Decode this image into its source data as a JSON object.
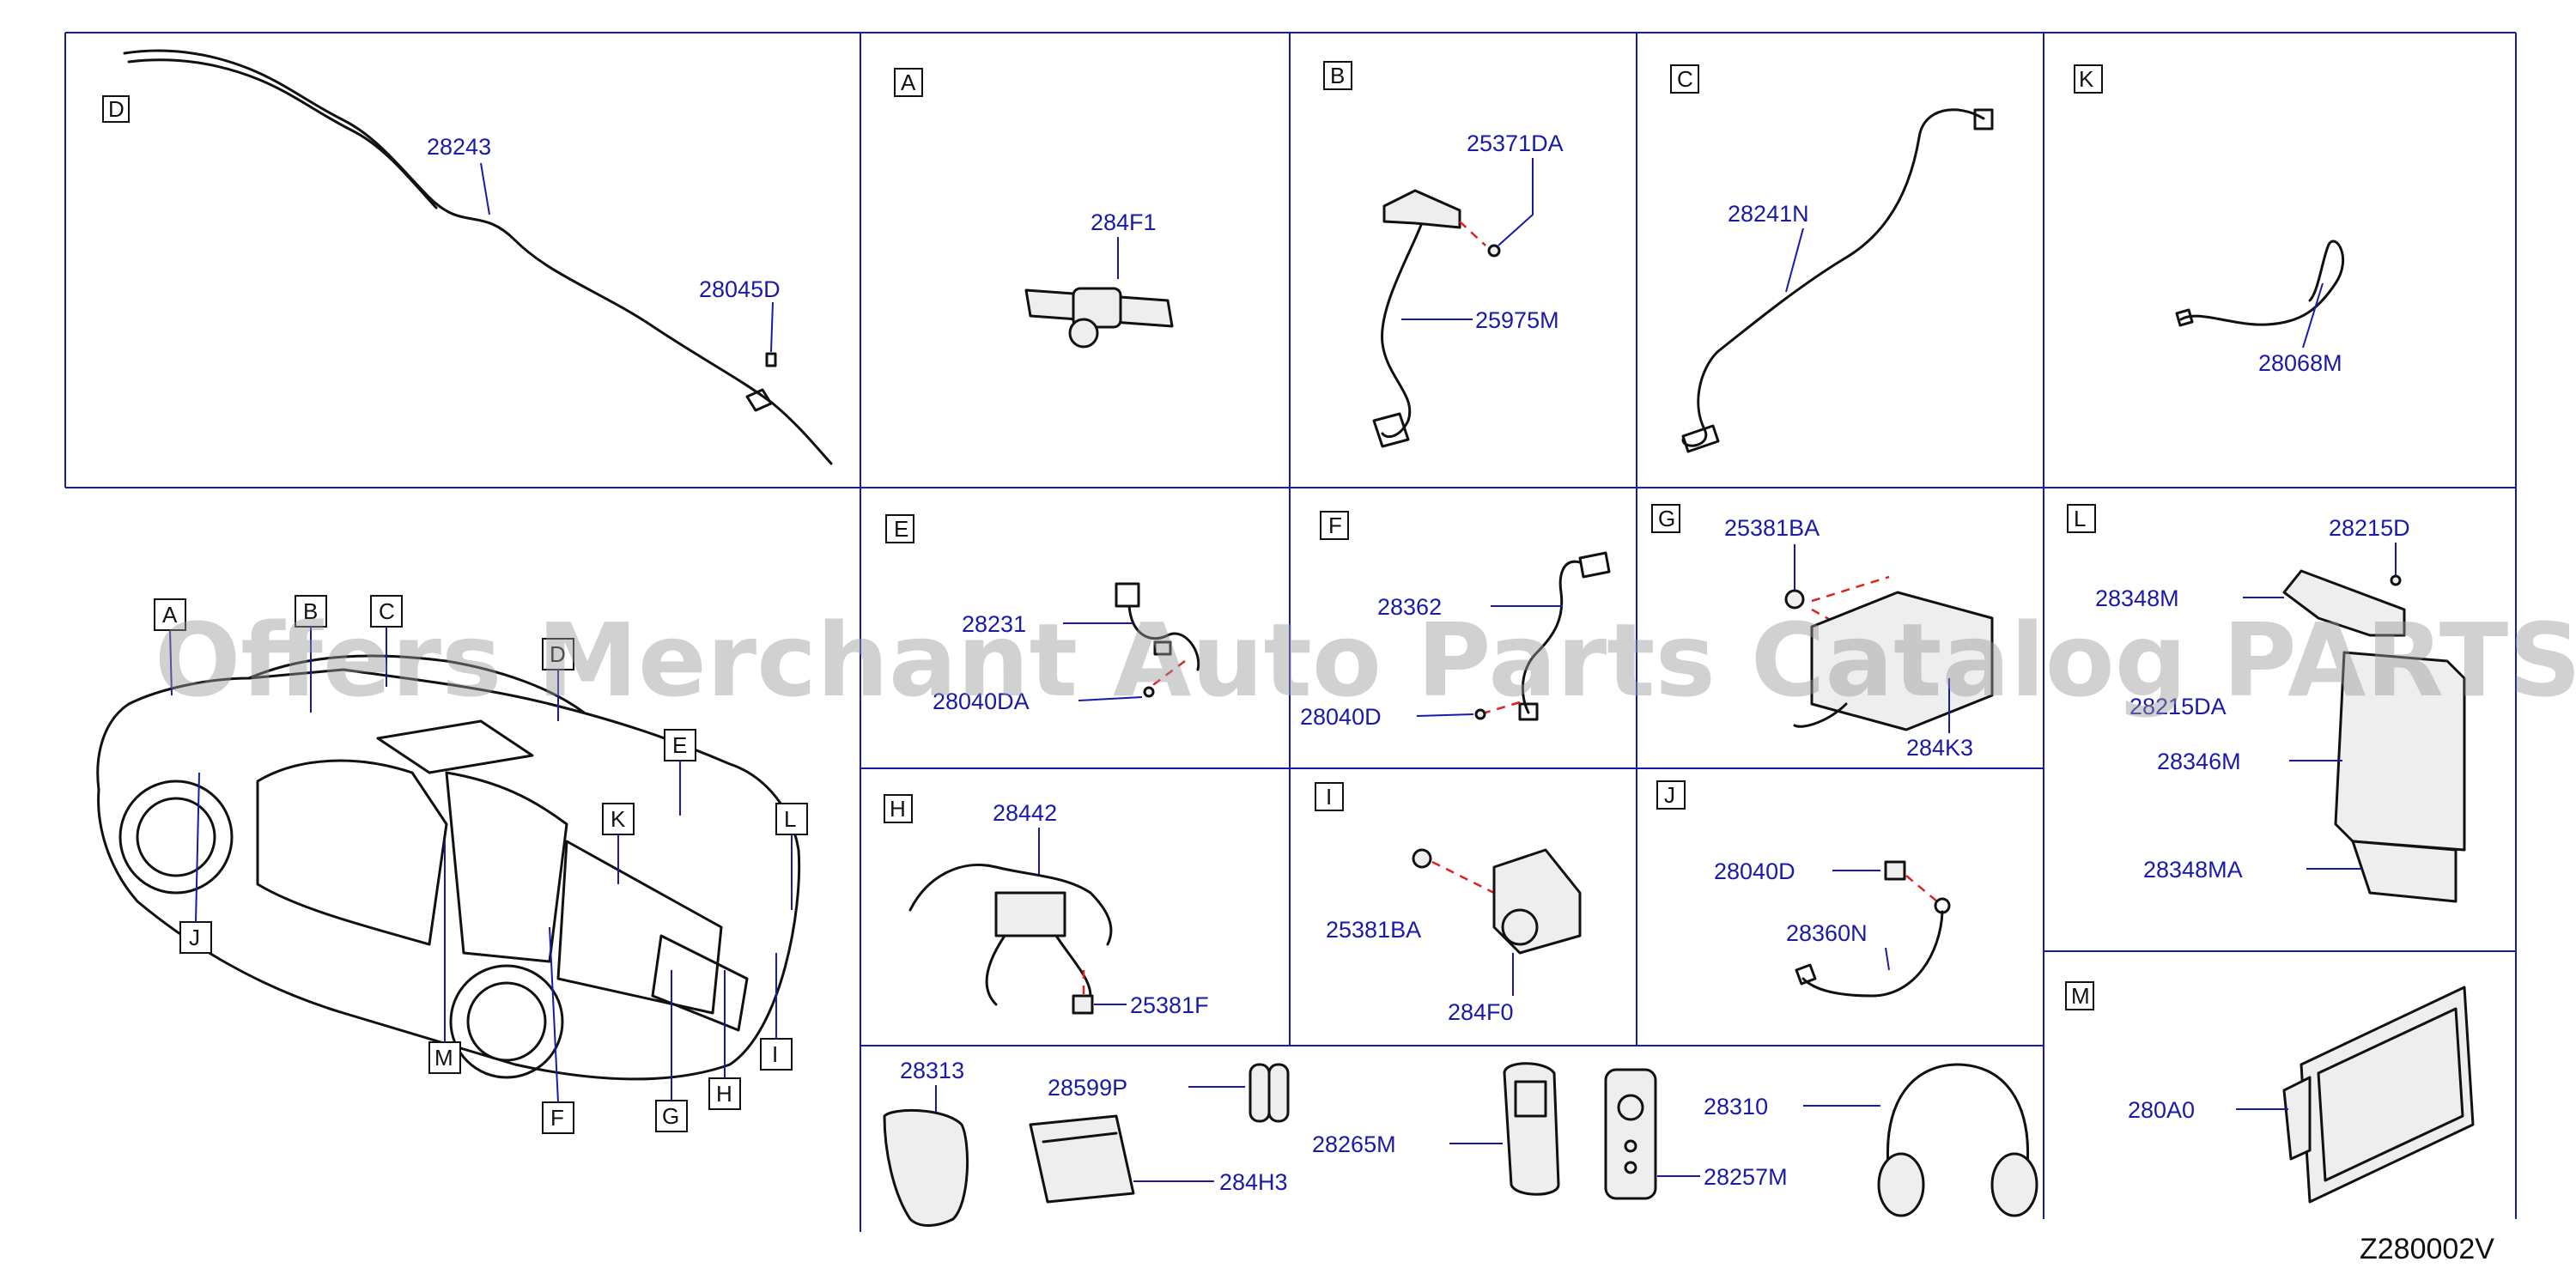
{
  "watermark": "Offers Merchant Auto Parts Catalog PARTSTORE.SA",
  "diagram_code": "Z280002V",
  "car_callouts": [
    "A",
    "B",
    "C",
    "D",
    "E",
    "K",
    "L",
    "J",
    "M",
    "F",
    "G",
    "H",
    "I"
  ],
  "sections": {
    "D": {
      "letter": "D",
      "parts": [
        "28243",
        "28045D"
      ]
    },
    "A": {
      "letter": "A",
      "parts": [
        "284F1"
      ]
    },
    "B": {
      "letter": "B",
      "parts": [
        "25371DA",
        "25975M"
      ]
    },
    "C": {
      "letter": "C",
      "parts": [
        "28241N"
      ]
    },
    "K": {
      "letter": "K",
      "parts": [
        "28068M"
      ]
    },
    "E": {
      "letter": "E",
      "parts": [
        "28231",
        "28040DA"
      ]
    },
    "F": {
      "letter": "F",
      "parts": [
        "28362",
        "28040D"
      ]
    },
    "G": {
      "letter": "G",
      "parts": [
        "25381BA",
        "284K3"
      ]
    },
    "L": {
      "letter": "L",
      "parts": [
        "28215D",
        "28348M",
        "28215DA",
        "28346M",
        "28348MA"
      ]
    },
    "H": {
      "letter": "H",
      "parts": [
        "28442",
        "25381F"
      ]
    },
    "I": {
      "letter": "I",
      "parts": [
        "25381BA",
        "284F0"
      ]
    },
    "J": {
      "letter": "J",
      "parts": [
        "28040D",
        "28360N"
      ]
    },
    "M": {
      "letter": "M",
      "parts": [
        "280A0"
      ]
    },
    "bottom": {
      "parts": [
        "28313",
        "28599P",
        "284H3",
        "28265M",
        "28310",
        "28257M"
      ]
    }
  }
}
